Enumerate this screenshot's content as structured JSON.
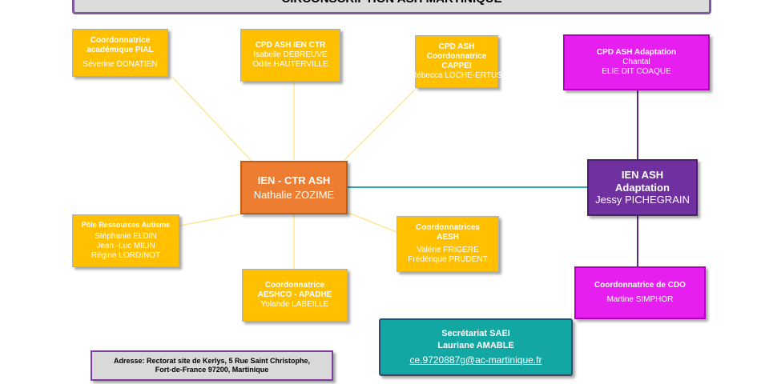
{
  "title": "CIRCONSCRIPTION ASH MARTINIQUE",
  "nodes": {
    "pial": {
      "role": "Coordonnatrice académique PIAL",
      "people": [
        "Séverine DONATIEN"
      ]
    },
    "cpd_ctr": {
      "role": "CPD ASH IEN CTR",
      "people": [
        "Isabelle DEBREUVE",
        "Odile HAUTERVILLE"
      ]
    },
    "cpd_cappei": {
      "role": "CPD ASH Coordonnatrice CAPPEI",
      "people": [
        "Rébecca LOCHE-ERTUS"
      ]
    },
    "cpd_adaptation": {
      "role": "CPD ASH Adaptation",
      "people": [
        "Chantal",
        "ELIE DIT COAQUE"
      ]
    },
    "ien_ctr": {
      "role": "IEN - CTR ASH",
      "people": [
        "Nathalie ZOZIME"
      ]
    },
    "ien_adaptation": {
      "role": "IEN ASH Adaptation",
      "people": [
        "Jessy PICHEGRAIN"
      ]
    },
    "autisme": {
      "role": "Pôle Ressources Autisme",
      "people": [
        "Stéphanie ELDIN",
        "Jean -Luc MILIN",
        "Régine LORDINOT"
      ]
    },
    "aesh": {
      "role": "Coordonnatrices AESH",
      "people": [
        "Valérie FRIGERE",
        "Frédérique PRUDENT"
      ]
    },
    "aeshco": {
      "role": "Coordonnatrice AESHCO - APADHE",
      "people": [
        "Yolande LABEILLE"
      ]
    },
    "cdo": {
      "role": "Coordonnatrice de CDO",
      "people": [
        "Martine SIMPHOR"
      ]
    },
    "secretariat": {
      "role": "Secrétariat SAEI",
      "name": "Lauriane AMABLE",
      "email": "ce.9720887g@ac-martinique.fr"
    }
  },
  "address": {
    "line1": "Adresse: Rectorat site de Kerlys, 5 Rue Saint Christophe,",
    "line2": "Fort-de-France 97200, Martinique"
  },
  "colors": {
    "yellow_box": "#ffc000",
    "orange_box": "#ed7d31",
    "purple_box": "#7030a0",
    "magenta_box": "#e61ef0",
    "teal_box": "#13a7a3",
    "yellow_connector": "#ffe699",
    "teal_connector": "#2ea6b0",
    "purple_connector": "#5b2a86"
  }
}
